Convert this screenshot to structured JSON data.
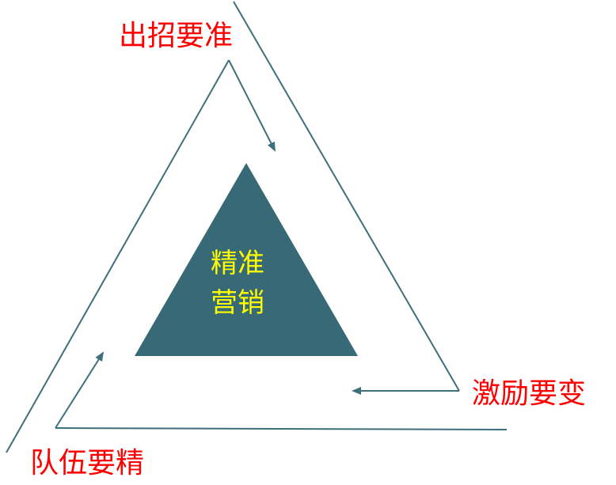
{
  "labels": {
    "top": "出招要准",
    "right": "激励要变",
    "bottom": "队伍要精"
  },
  "center": {
    "line1": "精准",
    "line2": "营销"
  },
  "colors": {
    "line": "#3d6f7d",
    "center_fill": "#376977",
    "outer_text": "#ff0000",
    "center_text": "#ffff00"
  }
}
